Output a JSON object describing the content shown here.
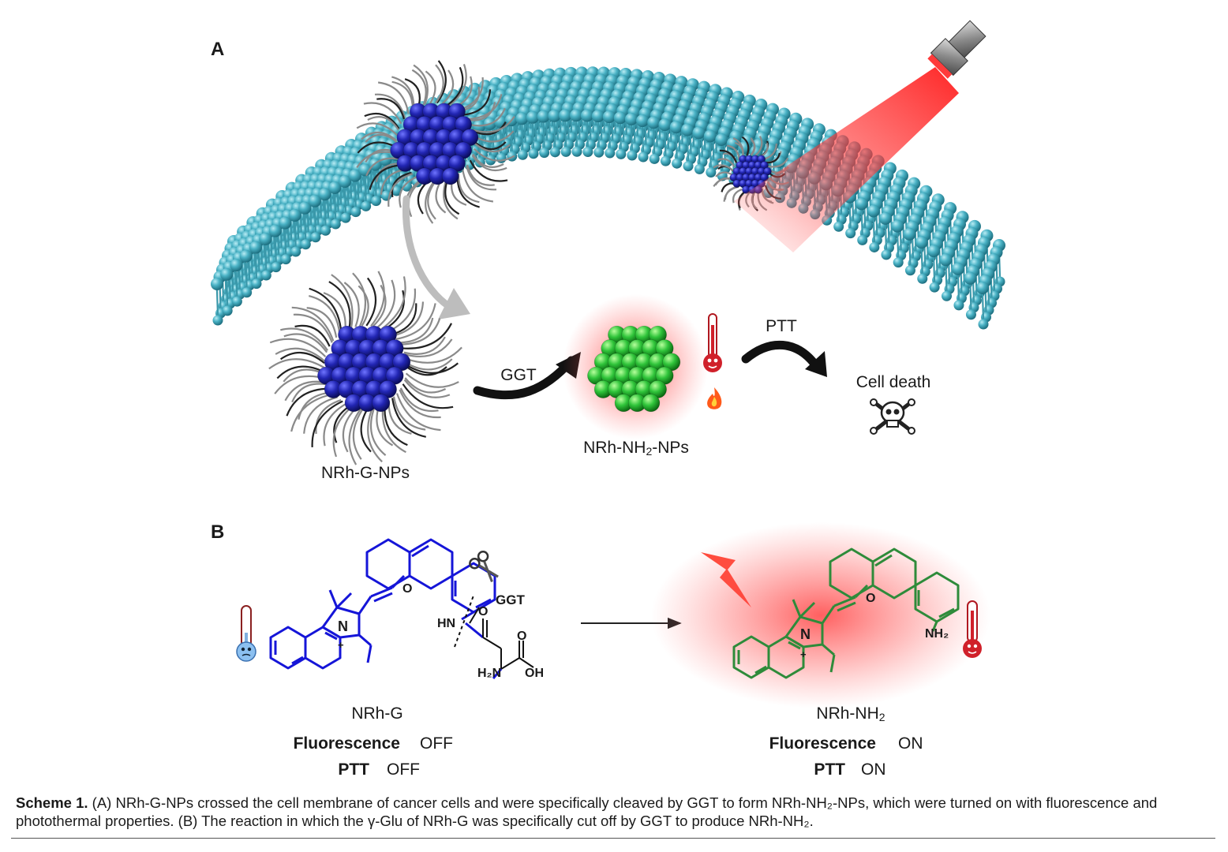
{
  "panel_a": {
    "label": "A",
    "nanoparticle_left": "NRh-G-NPs",
    "nanoparticle_center_prefix": "NRh-NH",
    "nanoparticle_center_sub": "2",
    "nanoparticle_center_suffix": "-NPs",
    "arrow_ggt": "GGT",
    "arrow_ptt": "PTT",
    "outcome": "Cell death",
    "icons": [
      "thermometer-hot-icon",
      "flame-icon",
      "skull-icon",
      "flashlight-icon"
    ]
  },
  "panel_b": {
    "label": "B",
    "scissors_label": "GGT",
    "left_compound": "NRh-G",
    "right_compound_prefix": "NRh-NH",
    "right_compound_sub": "2",
    "fluorescence_label": "Fluorescence",
    "ptt_label": "PTT",
    "left_fluorescence": "OFF",
    "left_ptt": "OFF",
    "right_fluorescence": "ON",
    "right_ptt": "ON",
    "atoms": {
      "n_plus": "N",
      "plus": "+",
      "o": "O",
      "hn": "HN",
      "o_carbonyl": "O",
      "o_acid": "O",
      "oh": "OH",
      "h2n": "H₂N",
      "nh2": "NH₂"
    }
  },
  "caption": {
    "bold": "Scheme 1.",
    "text": " (A) NRh-G-NPs crossed the cell membrane of cancer cells and were specifically cleaved by GGT to form NRh-NH₂-NPs, which were turned on with fluorescence and photothermal properties. (B) The reaction in which the γ-Glu of NRh-G was specifically cut off by GGT to produce NRh-NH₂."
  },
  "colors": {
    "membrane": "#4bb3c6",
    "nanoparticle_blue": "#1f23a8",
    "nanoparticle_green": "#2fc43a",
    "molecule_blue": "#1515d8",
    "molecule_green": "#2e8b3a",
    "glow_red": "#ff3030",
    "state_red": "#d0202a"
  }
}
